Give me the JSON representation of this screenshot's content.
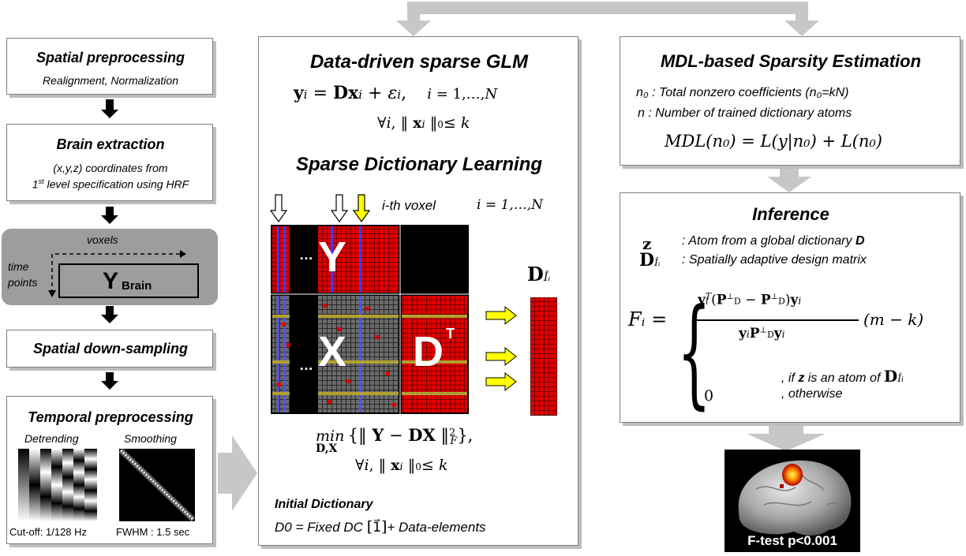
{
  "left": {
    "spatial_pre": {
      "title": "Spatial preprocessing",
      "sub": "Realignment, Normalization"
    },
    "brain_ext": {
      "title": "Brain extraction",
      "line1": "(x,y,z) coordinates from",
      "line2_pre": "1",
      "line2_sup": "st",
      "line2_post": " level specification using HRF"
    },
    "ybrain": {
      "voxels": "voxels",
      "time": "time",
      "points": "points",
      "Y": "Y",
      "sub": "Brain"
    },
    "down": {
      "title": "Spatial down-sampling"
    },
    "temporal": {
      "title": "Temporal preprocessing",
      "detrending": "Detrending",
      "smoothing": "Smoothing",
      "cutoff": "Cut-off: 1/128 Hz",
      "fwhm": "FWHM : 1.5 sec"
    }
  },
  "middle": {
    "title1": "Data-driven sparse GLM",
    "eq1": "yᵢ = Dxᵢ + εᵢ,    i = 1,…,N",
    "eq2": "∀i, ‖ xᵢ ‖₀≤ k",
    "title2": "Sparse Dictionary Learning",
    "voxel": "i-th voxel",
    "voxel_range": "i = 1,…,N",
    "Y": "Y",
    "X": "X",
    "D": "D",
    "T": "T",
    "dots": "…",
    "D_hat": "D",
    "D_hat_sub": "Îᵢ",
    "min_word": "min",
    "min_sub": "D,X",
    "min_body": "{‖ Y − DX ‖²_F},",
    "constraint": "∀i, ‖ xᵢ ‖₀≤ k",
    "init_title": "Initial Dictionary",
    "init_body_pre": "D0 = Fixed DC ",
    "init_vec": "1⃗",
    "init_body_post": "+ Data-elements"
  },
  "right": {
    "mdl": {
      "title": "MDL-based Sparsity Estimation",
      "line1": "n₀ : Total nonzero coefficients (n₀=kN)",
      "line2": "n : Number of trained dictionary atoms",
      "eq": "MDL(n₀) = L(y|n₀) + L(n₀)"
    },
    "inference": {
      "title": "Inference",
      "z_sym": "z",
      "z_desc_pre": ":  Atom from a global dictionary ",
      "z_desc_D": "D",
      "d_sym": "D",
      "d_sub": "Îᵢ",
      "d_desc": ":  Spatially adaptive design matrix",
      "F_lhs": "Fᵢ =",
      "num": "yᵢᵀ(P⊥ − P⊥)yᵢ",
      "den": "yᵢP⊥yᵢ",
      "factor": "(m − k)",
      "cond1_pre": ",  if ",
      "cond1_z": "z",
      "cond1_post": " is an atom of ",
      "cond1_D": "D",
      "zero": "0",
      "cond2": ",  otherwise"
    },
    "ftest": "F-test  p<0.001"
  },
  "colors": {
    "gray_arrow": "#c7c7c7",
    "red": "#e00000",
    "yellow": "#ffff00",
    "ybrain_bg": "#9d9d9d"
  }
}
